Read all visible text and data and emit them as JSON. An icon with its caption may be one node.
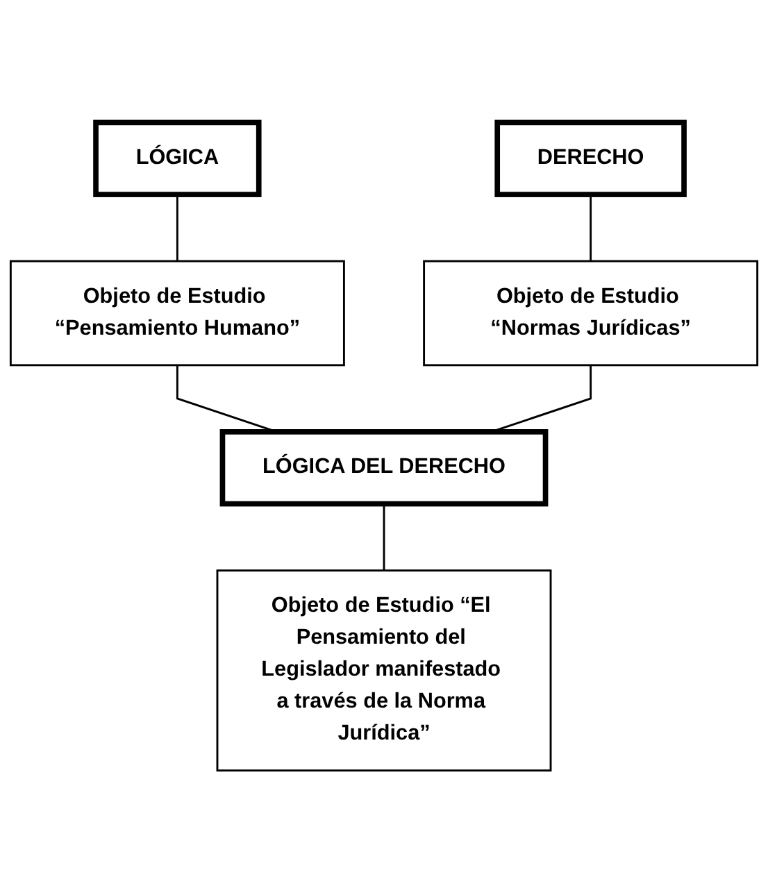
{
  "diagram": {
    "nodes": [
      {
        "text": [
          "LÓGICA"
        ]
      },
      {
        "text": [
          "Objeto de Estudio “Pensamiento Humano”"
        ]
      },
      {
        "text": [
          "DERECHO"
        ]
      },
      {
        "text": [
          "Objeto de Estudio “Normas Jurídicas”"
        ]
      },
      {
        "text": [
          "LÓGICA DEL DERECHO"
        ]
      },
      {
        "text": [
          "Objeto de Estudio “El Pensamiento del Legislador manifestado a través de la Norma Jurídica”"
        ]
      }
    ],
    "edges": [
      {
        "from": 0,
        "to": 1,
        "arrow": "none"
      },
      {
        "from": 2,
        "to": 3,
        "arrow": "none"
      },
      {
        "from": 1,
        "to": 4,
        "arrow": "none"
      },
      {
        "from": 3,
        "to": 4,
        "arrow": "none"
      },
      {
        "from": 4,
        "to": 5,
        "arrow": "none"
      }
    ]
  }
}
